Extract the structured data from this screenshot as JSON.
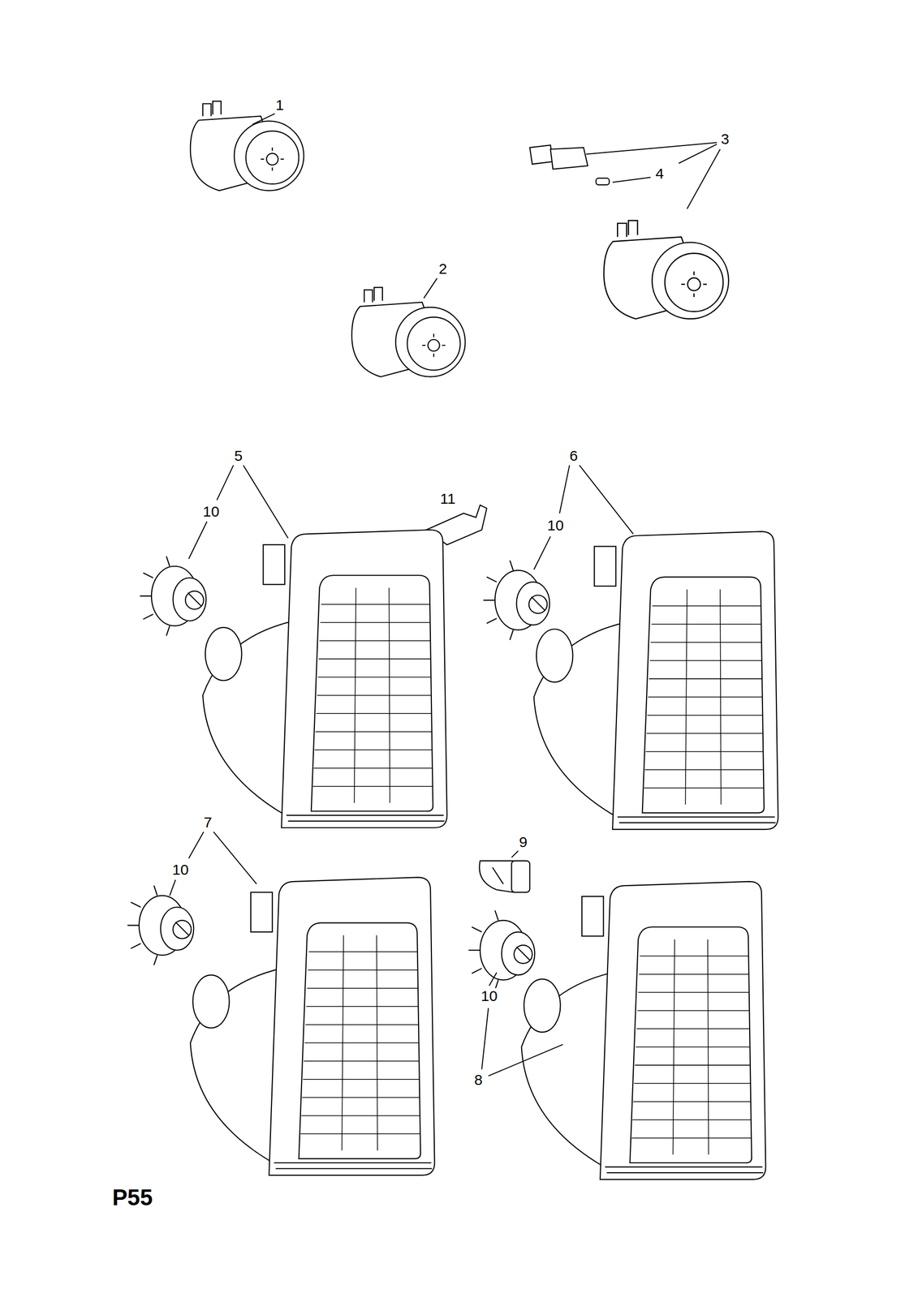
{
  "diagram": {
    "labels": [
      "1",
      "3",
      "4",
      "2",
      "5",
      "6",
      "10",
      "11",
      "10",
      "7",
      "9",
      "10",
      "10",
      "8",
      "P55"
    ]
  }
}
